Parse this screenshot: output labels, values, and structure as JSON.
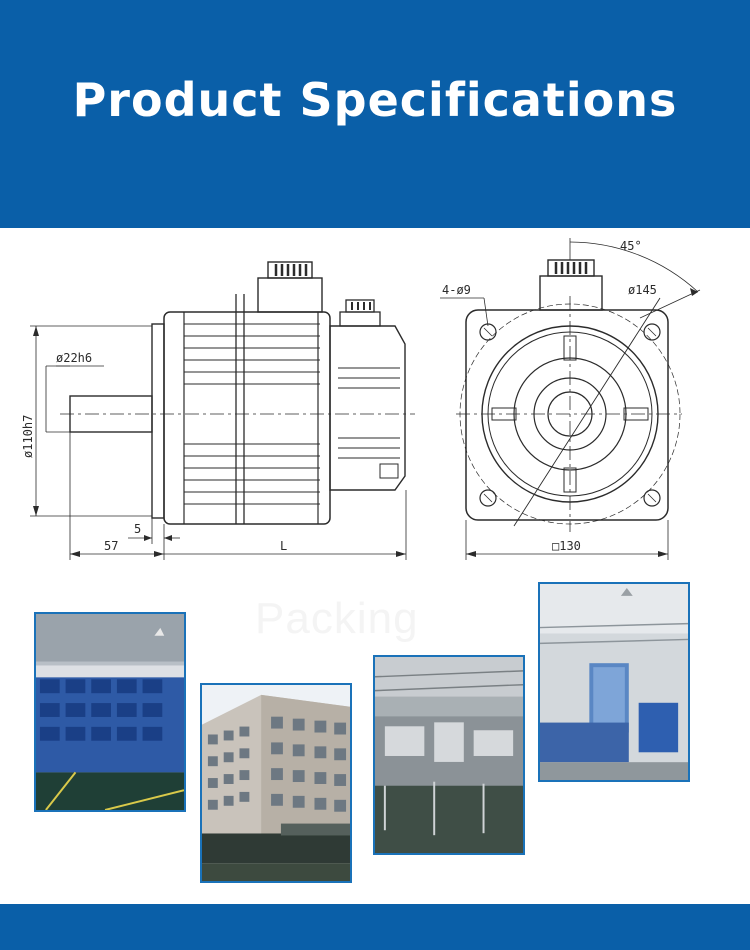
{
  "header": {
    "title": "Product Specifications"
  },
  "drawing": {
    "labels": {
      "shaft_diameter": "ø22h6",
      "flange_diameter": "ø110h7",
      "shaft_length": "57",
      "flange_thickness": "5",
      "body_length": "L",
      "bolt_holes": "4-ø9",
      "pitch_circle": "ø145",
      "angle": "45°",
      "square_size": "□130"
    }
  },
  "watermark": {
    "text": "Packing"
  },
  "photos": {
    "warehouse": "warehouse-photo",
    "building": "building-photo",
    "workshop": "workshop-photo",
    "testing": "testing-photo"
  },
  "colors": {
    "brand_blue": "#0a5fa8",
    "frame_blue": "#1a72b9"
  }
}
